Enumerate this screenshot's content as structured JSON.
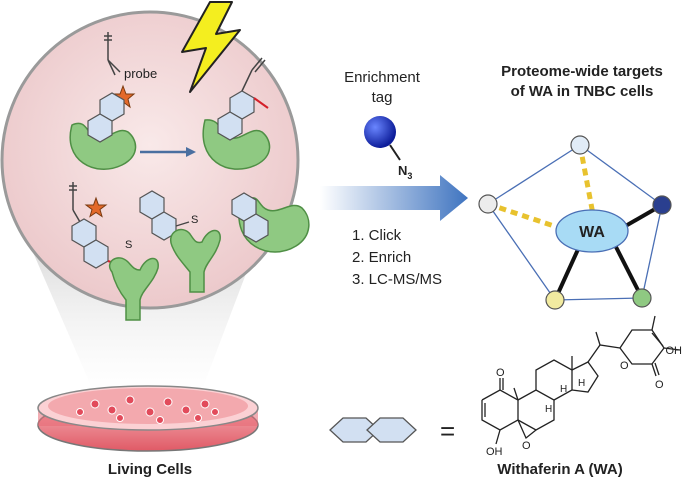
{
  "labels": {
    "probe": "probe",
    "enrichment_tag_line1": "Enrichment",
    "enrichment_tag_line2": "tag",
    "azide": "N",
    "azide_sub": "3",
    "step1": "1.  Click",
    "step2": "2.  Enrich",
    "step3": "3.  LC-MS/MS",
    "network_title_line1": "Proteome-wide targets",
    "network_title_line2": "of WA in TNBC cells",
    "network_center": "WA",
    "living_cells": "Living Cells",
    "equals": "=",
    "compound_name": "Withaferin A (WA)",
    "oh_top": "OH",
    "oh_bottom": "OH",
    "o_ketone_a": "O",
    "o_ketone_b": "O",
    "o_lactone": "O",
    "o_epoxide": "O",
    "h1": "H",
    "h2": "H",
    "h3": "H"
  },
  "colors": {
    "protein_green": "#8fc982",
    "circle_fill": "#f3dcdc",
    "arrow_blue": "#4a7fc4",
    "tag_blue": "#1d2fb5",
    "node_dark_blue": "#2a3f8f",
    "node_yellow": "#f2eba0",
    "node_green": "#8fc982",
    "wa_ellipse": "#a8dbf5",
    "dashed_gold": "#e8c22e",
    "star_orange": "#e3692a",
    "bolt_yellow": "#f4ee1f",
    "dish_red": "#e86a74"
  },
  "icons": {
    "bolt": "lightning-bolt-icon",
    "star": "star-icon"
  }
}
